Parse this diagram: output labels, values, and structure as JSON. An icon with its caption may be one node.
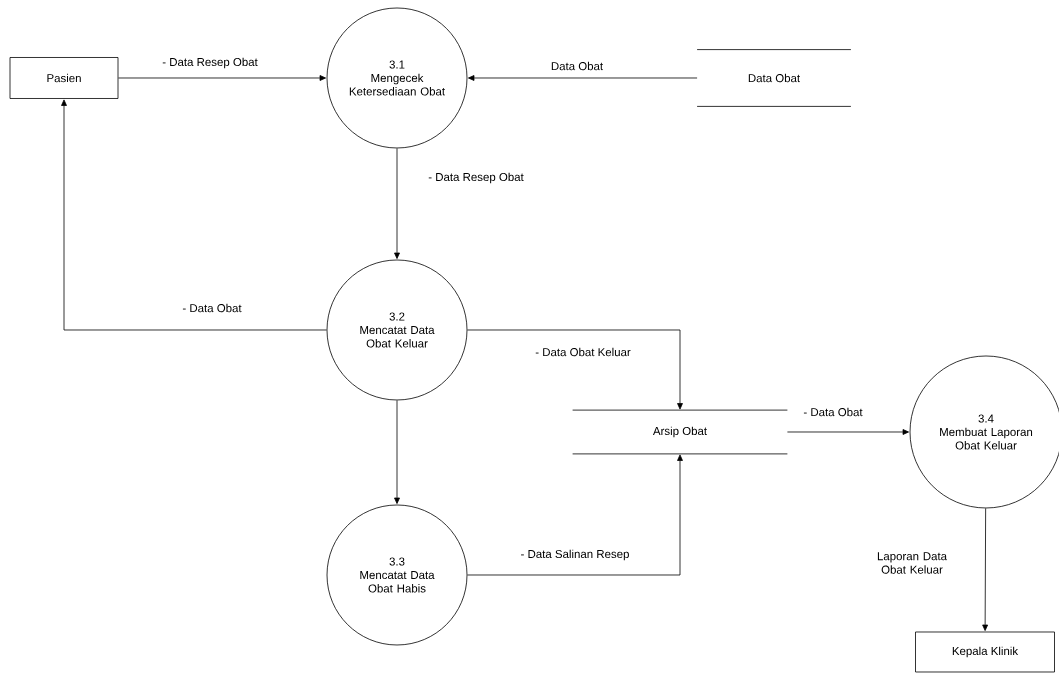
{
  "diagram": {
    "nodes": [
      {
        "text": [
          "Pasien"
        ]
      },
      {
        "text": [
          "3.1",
          "Mengecek Ketersediaan Obat"
        ]
      },
      {
        "text": [
          "Data Obat"
        ]
      },
      {
        "text": [
          "3.2",
          "Mencatat Data Obat Keluar"
        ]
      },
      {
        "text": [
          "Arsip Obat"
        ]
      },
      {
        "text": [
          "3.3",
          "Mencatat Data Obat Habis"
        ]
      },
      {
        "text": [
          "3.4",
          "Membuat Laporan Obat Keluar"
        ]
      },
      {
        "text": [
          "Kepala Klinik"
        ]
      }
    ],
    "edges": [
      {
        "from": 0,
        "to": 1,
        "arrow": "to",
        "label": "- Data Resep Obat"
      },
      {
        "from": 2,
        "to": 1,
        "arrow": "to",
        "label": "Data Obat"
      },
      {
        "from": 1,
        "to": 3,
        "arrow": "to",
        "label": "- Data Resep Obat"
      },
      {
        "from": 3,
        "to": 0,
        "arrow": "to",
        "label": "- Data Obat"
      },
      {
        "from": 3,
        "to": 4,
        "arrow": "to",
        "label": "- Data Obat Keluar"
      },
      {
        "from": 3,
        "to": 5,
        "arrow": "to"
      },
      {
        "from": 5,
        "to": 4,
        "arrow": "to",
        "label": "- Data Salinan Resep"
      },
      {
        "from": 4,
        "to": 6,
        "arrow": "to",
        "label": "- Data Obat"
      },
      {
        "from": 6,
        "to": 7,
        "arrow": "to",
        "label": "Laporan Data Obat Keluar"
      }
    ]
  }
}
